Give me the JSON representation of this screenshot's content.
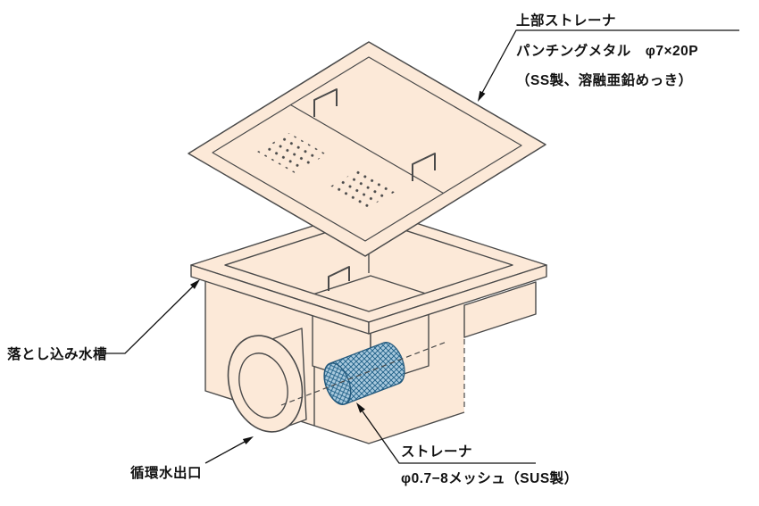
{
  "figure": {
    "kind": "exploded-isometric-technical-diagram",
    "labels": {
      "top_strainer": {
        "line1": "上部ストレーナ",
        "line2": "パンチングメタル　φ7×20P",
        "line3": "（SS製、溶融亜鉛めっき）"
      },
      "tank": "落とし込み水槽",
      "outlet": "循環水出口",
      "strainer": {
        "line1": "ストレーナ",
        "line2": "φ0.7−8メッシュ（SUS製）"
      }
    },
    "colors": {
      "body_fill": "#fce9d8",
      "line": "#4a4a4a",
      "mesh_fill": "#a9c9dd",
      "mesh_line": "#1d5e86",
      "text": "#111111",
      "background": "#ffffff"
    }
  }
}
